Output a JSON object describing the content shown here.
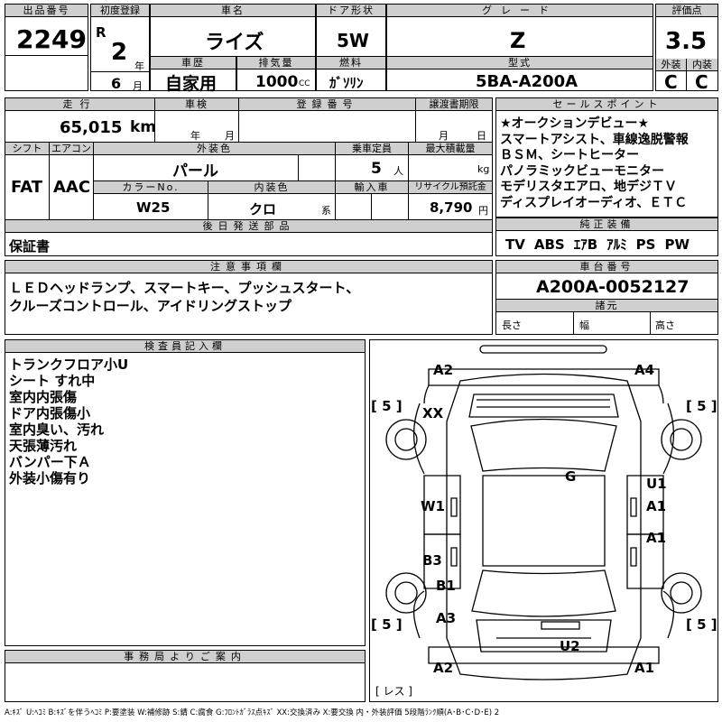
{
  "header": {
    "lot_label": "出品番号",
    "lot": "2249",
    "first_reg_label": "初度登録",
    "era": "R",
    "year": "2",
    "year_unit": "年",
    "month": "6",
    "month_unit": "月",
    "car_name_label": "車名",
    "car_name": "ライズ",
    "door_label": "ドア形状",
    "door": "5W",
    "grade_label": "グレード",
    "grade": "Z",
    "score_label": "評価点",
    "score": "3.5",
    "ext_label": "外装",
    "ext": "C",
    "int_label": "内装",
    "int": "C",
    "history_label": "車歴",
    "history": "自家用",
    "cc_label": "排気量",
    "cc": "1000",
    "cc_unit": "CC",
    "fuel_label": "燃料",
    "fuel": "ｶﾞｿﾘﾝ",
    "model_label": "型式",
    "model": "5BA-A200A"
  },
  "mid": {
    "mileage_label": "走行",
    "mileage": "65,015",
    "mileage_unit": "km",
    "inspection_label": "車検",
    "insp_year": "年",
    "insp_month": "月",
    "reg_no_label": "登録番号",
    "transfer_label": "譲渡書期限",
    "tr_month": "月",
    "tr_day": "日",
    "shift_label": "シフト",
    "shift": "FAT",
    "ac_label": "エアコン",
    "ac": "AAC",
    "color_label": "外装色",
    "color": "パール",
    "capacity_label": "乗車定員",
    "capacity": "5",
    "capacity_unit": "人",
    "load_label": "最大積載量",
    "load_unit": "kg",
    "color_no_label": "カラーNo.",
    "color_no": "W25",
    "interior_color_label": "内装色",
    "interior_color": "クロ",
    "interior_unit": "系",
    "import_label": "輸入車",
    "recycle_label": "リサイクル預託金",
    "recycle": "8,790",
    "recycle_unit": "円",
    "later_label": "後日発送部品",
    "later": "保証書"
  },
  "sales": {
    "label": "セールスポイント",
    "lines": [
      "★オークションデビュー★",
      "スマートアシスト、車線逸脱警報",
      "ＢＳＭ、シートヒーター",
      "パノラミックビューモニター",
      "モデリスタエアロ、地デジＴＶ",
      "ディスプレイオーディオ、ＥＴＣ"
    ]
  },
  "equip": {
    "label": "純正装備",
    "items": [
      "TV",
      "ABS",
      "ｴｱB",
      "ｱﾙﾐ",
      "PS",
      "PW"
    ]
  },
  "notes": {
    "label": "注意事項欄",
    "lines": [
      "ＬＥＤヘッドランプ、スマートキー、プッシュスタート、",
      "クルーズコントロール、アイドリングストップ"
    ]
  },
  "chassis": {
    "label": "車台番号",
    "value": "A200A-0052127",
    "dims_label": "諸元",
    "len": "長さ",
    "wid": "幅",
    "hgt": "高さ"
  },
  "inspector": {
    "label": "検査員記入欄",
    "lines": [
      "トランクフロア小U",
      "シート すれ中",
      "室内内張傷",
      "ドア内張傷小",
      "室内臭い、汚れ",
      "天張薄汚れ",
      "バンパー下Ａ",
      "外装小傷有り"
    ]
  },
  "office": {
    "label": "事務局よりご案内"
  },
  "diagram": {
    "marks": [
      "A2",
      "A4",
      "XX",
      "G",
      "U1",
      "A1",
      "W1",
      "A1",
      "B3",
      "B1",
      "A3",
      "U2",
      "A2",
      "A1"
    ],
    "tires": [
      "[ 5 ]",
      "[ 5 ]",
      "[ 5 ]",
      "[ 5 ]"
    ],
    "spare": "[ レス ]"
  },
  "legend": "A:ｷｽﾞ U:ﾍｺﾐ B:ｷｽﾞを伴うﾍｺﾐ P:要塗装 W:補修跡 S:錆 C:腐食 G:ﾌﾛﾝﾄｶﾞﾗｽ点ｷｽﾞ XX:交換済み X:要交換  内・外装評価 5段階ﾗﾝｸ順(A･B･C･D･E) 2"
}
